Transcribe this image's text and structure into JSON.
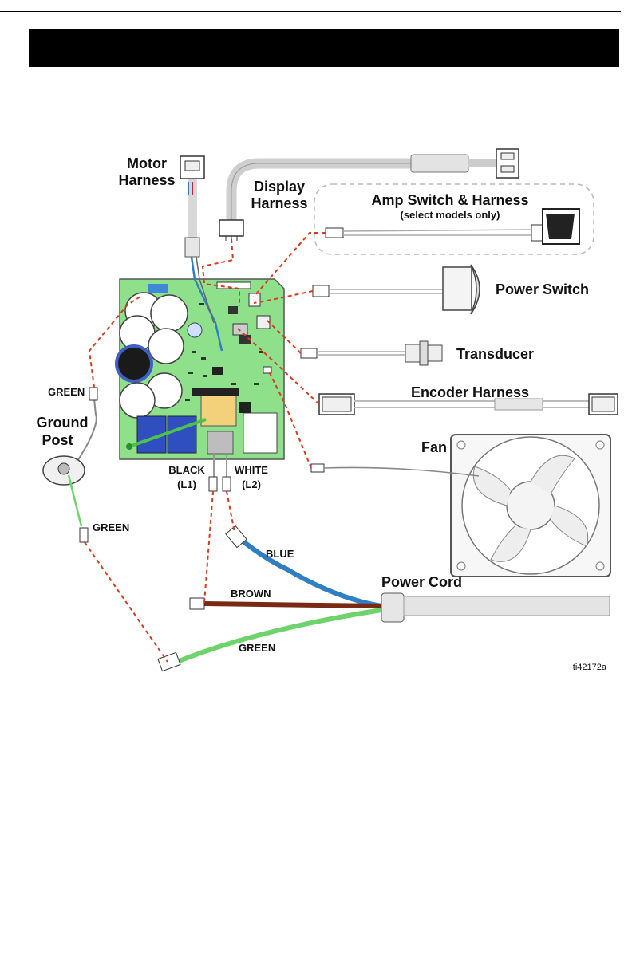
{
  "header": {
    "title": ""
  },
  "labels": {
    "motor_harness_1": "Motor",
    "motor_harness_2": "Harness",
    "display_harness_1": "Display",
    "display_harness_2": "Harness",
    "amp_switch": "Amp Switch & Harness",
    "amp_switch_note": "(select models only)",
    "power_switch": "Power Switch",
    "transducer": "Transducer",
    "encoder_harness": "Encoder Harness",
    "fan": "Fan",
    "ground_post_1": "Ground",
    "ground_post_2": "Post",
    "green_ground_top": "GREEN",
    "green_ground_bottom": "GREEN",
    "black": "BLACK",
    "black_sub": "(L1)",
    "white": "WHITE",
    "white_sub": "(L2)",
    "blue": "BLUE",
    "brown": "BROWN",
    "green_cord": "GREEN",
    "power_cord": "Power Cord",
    "figure_id": "ti42172a"
  },
  "colors": {
    "board": "#8fe08a",
    "leader": "#d9391c",
    "blue_wire": "#2f7fc2",
    "brown_wire": "#7a2a14",
    "green_wire": "#6ed36a"
  }
}
